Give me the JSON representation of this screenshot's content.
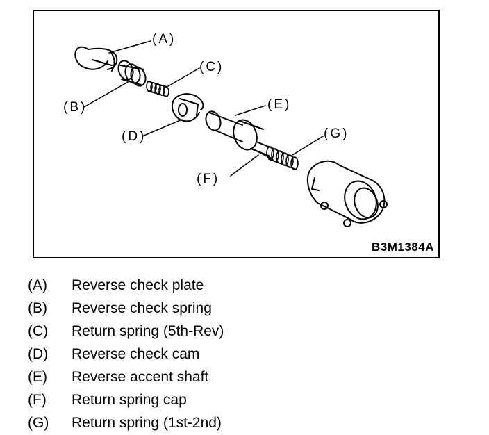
{
  "figure": {
    "code": "B3M1384A",
    "callouts": {
      "A": "(A)",
      "B": "(B)",
      "C": "(C)",
      "D": "(D)",
      "E": "(E)",
      "F": "(F)",
      "G": "(G)"
    }
  },
  "legend": [
    {
      "letter": "(A)",
      "text": "Reverse check plate"
    },
    {
      "letter": "(B)",
      "text": "Reverse check spring"
    },
    {
      "letter": "(C)",
      "text": "Return spring (5th-Rev)"
    },
    {
      "letter": "(D)",
      "text": "Reverse check cam"
    },
    {
      "letter": "(E)",
      "text": "Reverse accent shaft"
    },
    {
      "letter": "(F)",
      "text": "Return spring cap"
    },
    {
      "letter": "(G)",
      "text": "Return spring (1st-2nd)"
    }
  ]
}
